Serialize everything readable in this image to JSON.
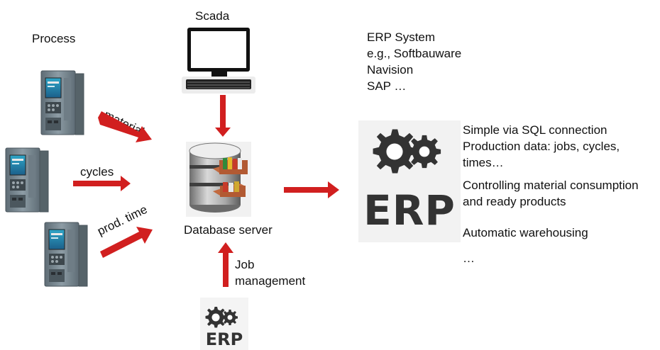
{
  "labels": {
    "process": "Process",
    "scada": "Scada",
    "database_server": "Database server",
    "job_line1": "Job",
    "job_line2": "management"
  },
  "arrows": {
    "material": "material",
    "cycles": "cycles",
    "prod_time": "prod. time"
  },
  "erp_system": [
    "ERP System",
    "e.g., Softbauware",
    "Navision",
    "SAP …"
  ],
  "erp_notes": [
    "Simple via SQL connection",
    "Production data: jobs, cycles,",
    "times…",
    "Controlling material consumption",
    "and ready products",
    "Automatic warehousing",
    "…"
  ],
  "erp_logo_text": "ERP",
  "colors": {
    "arrow": "#d11f1f",
    "logo": "#333333",
    "plc_body": "#7f8e97"
  }
}
